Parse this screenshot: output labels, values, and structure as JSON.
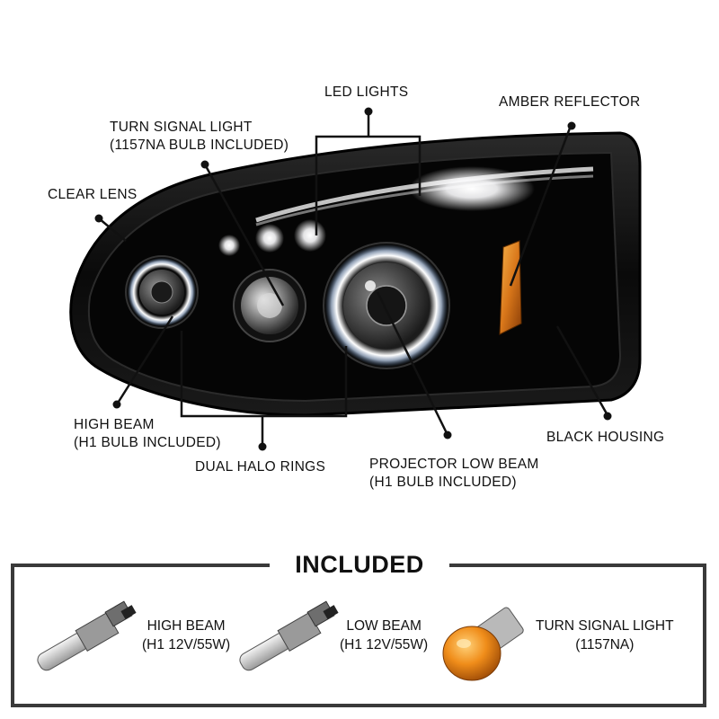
{
  "callouts": {
    "led_lights": "LED LIGHTS",
    "amber_reflector": "AMBER REFLECTOR",
    "turn_signal_line1": "TURN SIGNAL LIGHT",
    "turn_signal_line2": "(1157NA BULB INCLUDED)",
    "clear_lens": "CLEAR LENS",
    "high_beam_line1": "HIGH BEAM",
    "high_beam_line2": "(H1 BULB INCLUDED)",
    "dual_halo_rings": "DUAL HALO RINGS",
    "projector_low_beam_line1": "PROJECTOR LOW BEAM",
    "projector_low_beam_line2": "(H1 BULB INCLUDED)",
    "black_housing": "BLACK HOUSING"
  },
  "included": {
    "title": "INCLUDED",
    "items": [
      {
        "line1": "HIGH BEAM",
        "line2": "(H1 12V/55W)",
        "icon": "h1-bulb-icon"
      },
      {
        "line1": "LOW BEAM",
        "line2": "(H1 12V/55W)",
        "icon": "h1-bulb-icon"
      },
      {
        "line1": "TURN SIGNAL LIGHT",
        "line2": "(1157NA)",
        "icon": "amber-1157-bulb-icon"
      }
    ]
  },
  "colors": {
    "housing": "#0b0b0b",
    "amber": "#e08a1e",
    "frame": "#3a3a3a",
    "leader": "#111111"
  }
}
